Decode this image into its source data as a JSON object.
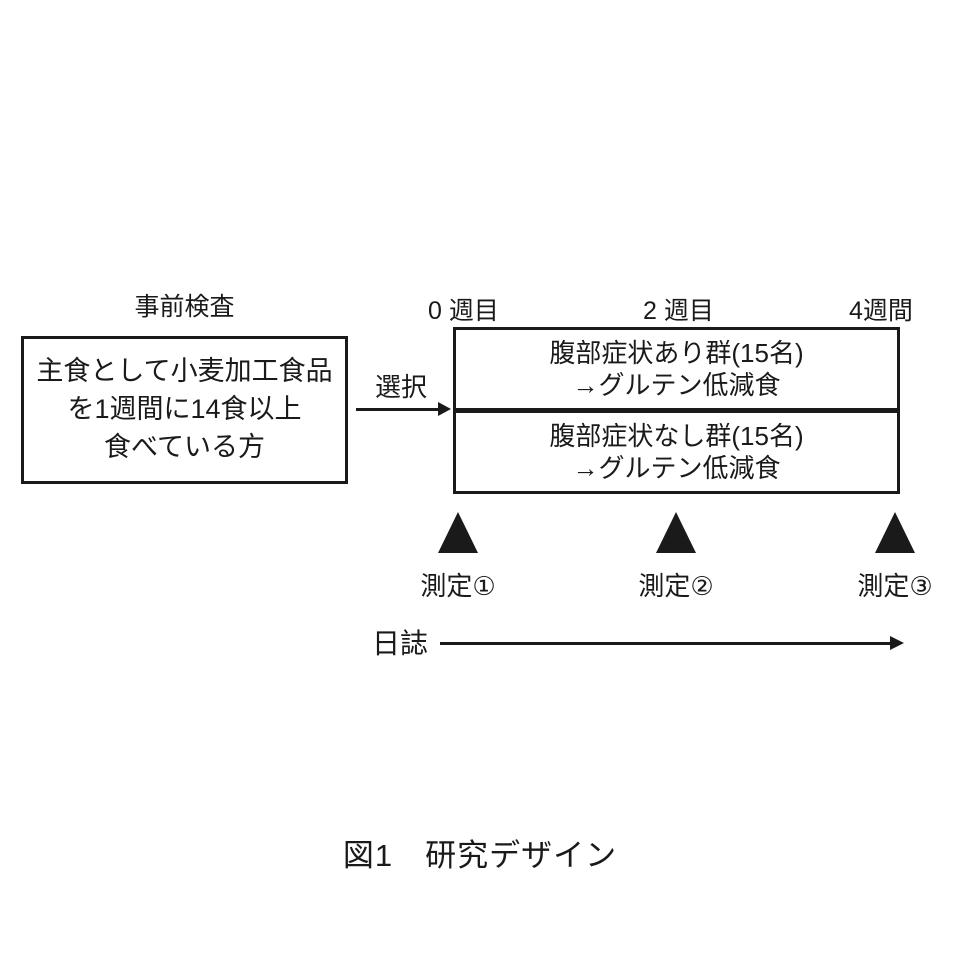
{
  "figure": {
    "pretest_label": "事前検査",
    "eligibility_box": {
      "line1": "主食として小麦加工食品",
      "line2": "を1週間に14食以上",
      "line3": "食べている方"
    },
    "selection_arrow_label": "選択",
    "timeline_labels": [
      "0 週目",
      "2 週目",
      "4週間"
    ],
    "groups": [
      {
        "name": "腹部症状あり群(15名)",
        "intervention": "→グルテン低減食"
      },
      {
        "name": "腹部症状なし群(15名)",
        "intervention": "→グルテン低減食"
      }
    ],
    "measurement_labels": [
      "測定①",
      "測定②",
      "測定③"
    ],
    "diary_label": "日誌",
    "caption": "図1　研究デザイン",
    "colors": {
      "ink": "#1a1a1a",
      "background": "#ffffff"
    }
  }
}
